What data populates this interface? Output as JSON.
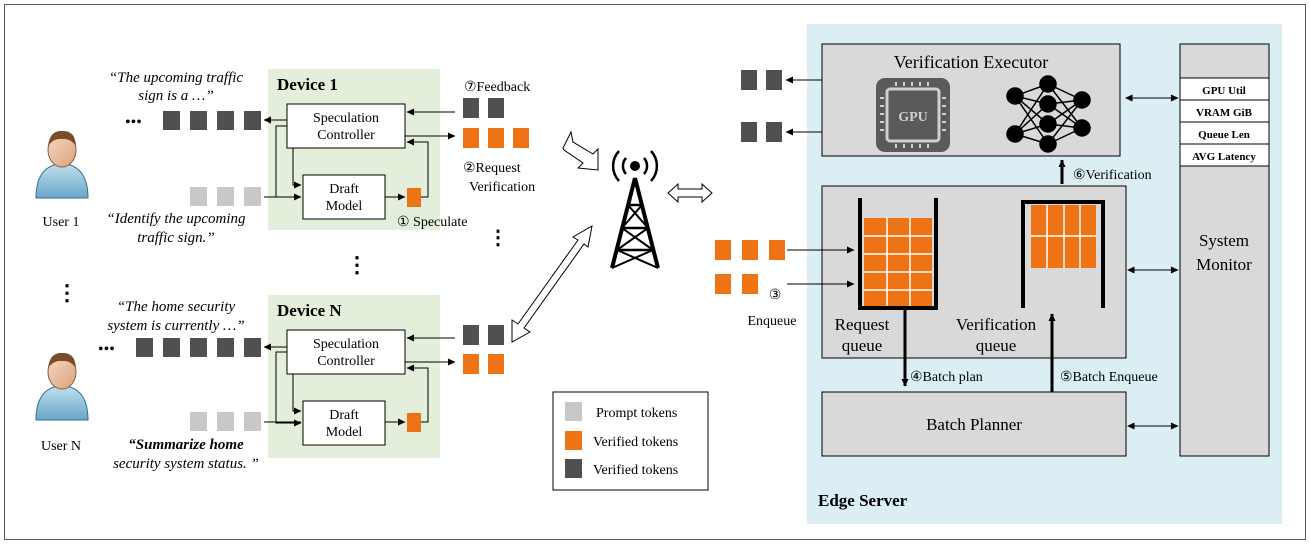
{
  "users": [
    {
      "label": "User 1",
      "output_text": [
        "“The upcoming traffic",
        "sign is a …”"
      ],
      "prompt_text": [
        "“Identify the upcoming",
        "traffic sign.”"
      ]
    },
    {
      "label": "User N",
      "output_text": [
        "“The home security",
        "system is currently …”"
      ],
      "prompt_text": [
        "“Summarize home",
        "security system status. ”"
      ]
    }
  ],
  "devices": [
    {
      "title": "Device 1",
      "controller": [
        "Speculation",
        "Controller"
      ],
      "draft": [
        "Draft",
        "Model"
      ]
    },
    {
      "title": "Device N",
      "controller": [
        "Speculation",
        "Controller"
      ],
      "draft": [
        "Draft",
        "Model"
      ]
    }
  ],
  "steps": {
    "speculate": "① Speculate",
    "request": [
      "②Request",
      "Verification"
    ],
    "enqueue": [
      "③",
      "Enqueue"
    ],
    "batch_plan": "④Batch plan",
    "batch_enqueue": "⑤Batch Enqueue",
    "verification": "⑥Verification",
    "feedback": "⑦Feedback"
  },
  "server": {
    "title": "Edge Server",
    "executor": "Verification Executor",
    "gpu_chip": "GPU",
    "request_queue": [
      "Request",
      "queue"
    ],
    "verification_queue": [
      "Verification",
      "queue"
    ],
    "batch_planner": "Batch Planner",
    "monitor": [
      "System",
      "Monitor"
    ],
    "metrics": [
      "GPU Util",
      "VRAM GiB",
      "Queue Len",
      "AVG Latency"
    ]
  },
  "legend": [
    {
      "label": "Prompt tokens",
      "color": "#c8c8c8"
    },
    {
      "label": "Verified tokens",
      "color": "#ee7314"
    },
    {
      "label": "Verified tokens",
      "color": "#505050"
    }
  ],
  "ellipsis": [
    "•••",
    "⋮"
  ],
  "colors": {
    "device_bg": "#e3eedb",
    "server_bg": "#daeef3",
    "panel": "#d9d9d9",
    "orange": "#ee7314",
    "dark": "#505050",
    "gray": "#c8c8c8"
  }
}
